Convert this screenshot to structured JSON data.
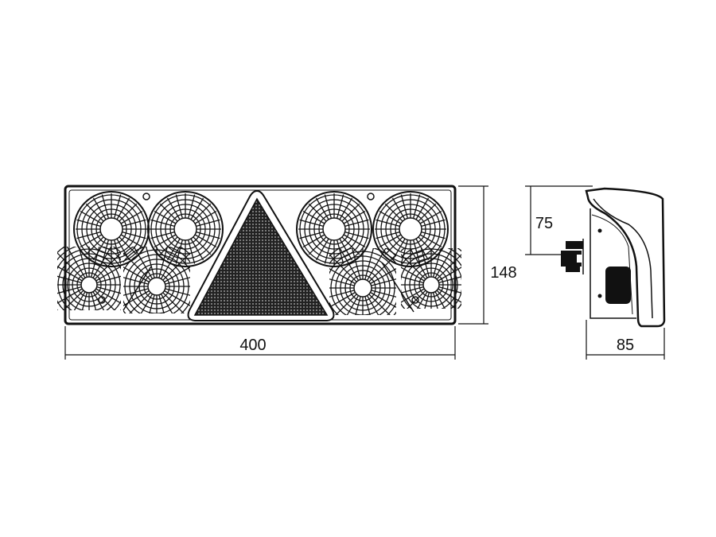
{
  "dimensions": {
    "width": "400",
    "height": "148",
    "mount_height": "75",
    "depth": "85"
  },
  "colors": {
    "line": "#111111",
    "background": "#ffffff"
  }
}
